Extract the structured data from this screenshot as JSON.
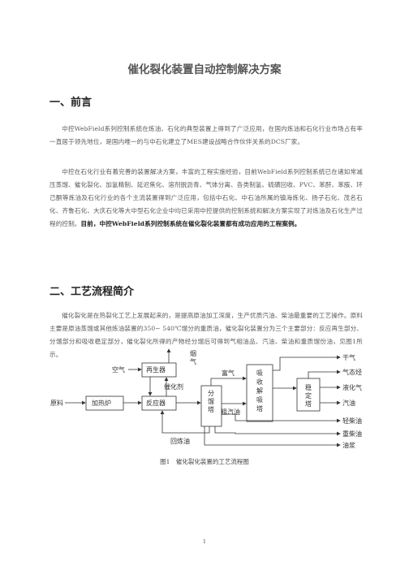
{
  "title": "催化裂化装置自动控制解决方案",
  "sections": [
    {
      "heading": "一、前言",
      "paragraphs": [
        {
          "text": "中控WebField系列控制系统在炼油、石化的典型装置上得到了广泛应用，在国内炼油和石化行业市场占有率一直居于领先地位，是国内唯一的与中石化建立了MES建设战略合作伙伴关系的DCS厂家。",
          "bold": ""
        },
        {
          "text": "中控在石化行业有着完善的装置解决方案，丰富的工程实施经验，目前WebField系列控制系统已在诸如常减压蒸馏、催化裂化、加氢精制、延迟焦化、溶剂脱沥青、气体分离、各类制氢、硫磺回收、PVC、苯酐、苯胺、环己酮等炼油及石化行业的各个主流装置得到广泛应用，包括中石化、中石油所属的镇海炼化、扬子石化、茂名石化、齐鲁石化、大庆石化等大中型石化企业中均已采用中控提供的控制系统和解决方案实现了对炼油及石化生产过程的控制。",
          "bold": "目前，中控WebField系列控制系统在催化裂化装置都有成功应用的工程案例。"
        }
      ]
    },
    {
      "heading": "二、工艺流程简介",
      "paragraphs": [
        {
          "text": "催化裂化是在热裂化工艺上发展起来的，是提高原油加工深度，生产优质汽油、柴油最重要的工艺操作。原料主要是原油蒸馏或其他炼油装置的350~ 540℃馏分的重质油，催化裂化装置分为三个主要部分：反应再生部分、分馏部分和吸收稳定部分，催化裂化所得的产物经分馏后可得到气相油品、汽油、柴油和重质馏份油，见图1所示。",
          "bold": ""
        }
      ]
    }
  ],
  "diagram": {
    "labels": {
      "air": "空气",
      "regenerator": "再生器",
      "flue_gas": "烟气",
      "catalyst": "催化剂",
      "feed": "原料",
      "heater": "加热炉",
      "reactor": "反应器",
      "fractionator": "分馏塔",
      "recycle_oil": "回炼油",
      "rich_gas": "富气",
      "crude_gasoline": "粗汽油",
      "absorber": "吸收解吸塔",
      "stabilizer": "稳定塔"
    },
    "products": [
      "干气",
      "气态烃",
      "液化气",
      "汽油",
      "轻柴油",
      "重柴油",
      "油浆"
    ]
  },
  "figure_caption": "图1　催化裂化装置的工艺流程图",
  "page_number": "1"
}
